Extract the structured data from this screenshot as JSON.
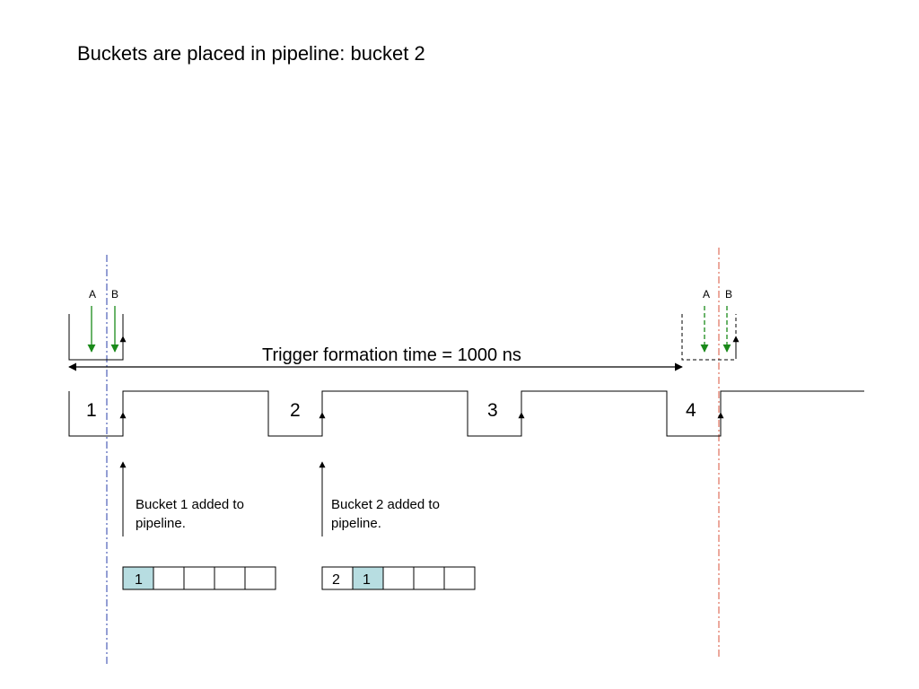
{
  "title": "Buckets are placed in pipeline:  bucket 2",
  "colors": {
    "line": "#000000",
    "green": "#1a8a1a",
    "blue_marker": "#2a3fa8",
    "red_marker": "#e0705c",
    "highlight": "#b7dde1"
  },
  "trigger": {
    "label": "Trigger formation time = 1000 ns"
  },
  "buckets": [
    {
      "label": "1"
    },
    {
      "label": "2"
    },
    {
      "label": "3"
    },
    {
      "label": "4"
    }
  ],
  "markers": {
    "left": {
      "a_label": "A",
      "b_label": "B"
    },
    "right": {
      "a_label": "A",
      "b_label": "B"
    }
  },
  "annotations": [
    {
      "line1": "Bucket 1 added to",
      "line2": "pipeline."
    },
    {
      "line1": "Bucket 2 added to",
      "line2": "pipeline."
    }
  ],
  "pipelines": [
    {
      "cells": [
        "1",
        "",
        "",
        "",
        ""
      ],
      "highlight_index": 0
    },
    {
      "cells": [
        "2",
        "1",
        "",
        "",
        ""
      ],
      "highlight_index": 1
    }
  ]
}
